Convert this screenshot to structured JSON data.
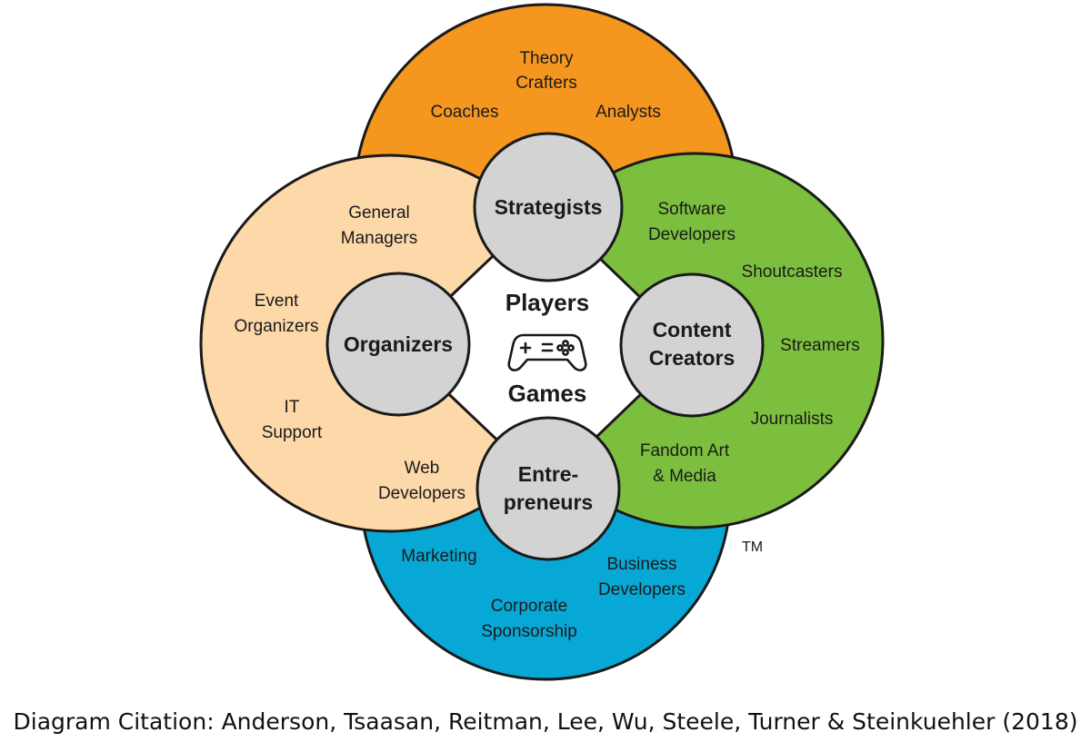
{
  "colors": {
    "strategists": "#f5961e",
    "organizers": "#fdd9aa",
    "content_creators": "#7cbf3f",
    "entrepreneurs": "#08a8d6",
    "hub": "#d3d3d3",
    "outline": "#1a1a1a",
    "center": "#ffffff"
  },
  "center": {
    "top": "Players",
    "bottom": "Games",
    "icon": "gamepad-icon"
  },
  "hubs": {
    "strategists": [
      "Strategists"
    ],
    "organizers": [
      "Organizers"
    ],
    "content_creators": [
      "Content",
      "Creators"
    ],
    "entrepreneurs": [
      "Entre-",
      "preneurs"
    ]
  },
  "roles": {
    "strategists": {
      "theory_crafters": [
        "Theory",
        "Crafters"
      ],
      "coaches": [
        "Coaches"
      ],
      "analysts": [
        "Analysts"
      ]
    },
    "organizers": {
      "general_managers": [
        "General",
        "Managers"
      ],
      "event_organizers": [
        "Event",
        "Organizers"
      ],
      "it_support": [
        "IT",
        "Support"
      ]
    },
    "content_creators": {
      "software_developers": [
        "Software",
        "Developers"
      ],
      "shoutcasters": [
        "Shoutcasters"
      ],
      "streamers": [
        "Streamers"
      ],
      "journalists": [
        "Journalists"
      ],
      "fandom_art_media": [
        "Fandom Art",
        "& Media"
      ]
    },
    "entrepreneurs": {
      "web_developers": [
        "Web",
        "Developers"
      ],
      "marketing": [
        "Marketing"
      ],
      "corporate_sponsorship": [
        "Corporate",
        "Sponsorship"
      ],
      "business_developers": [
        "Business",
        "Developers"
      ]
    }
  },
  "trademark": "TM",
  "citation": "Diagram Citation: Anderson, Tsaasan, Reitman, Lee, Wu, Steele, Turner & Steinkuehler (2018)"
}
